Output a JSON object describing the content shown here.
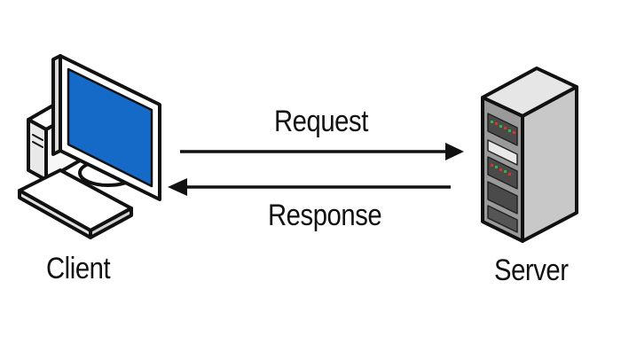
{
  "nodes": {
    "client": {
      "label": "Client",
      "icon": "desktop-computer-icon"
    },
    "server": {
      "label": "Server",
      "icon": "server-tower-icon"
    }
  },
  "edges": [
    {
      "from": "client",
      "to": "server",
      "label": "Request"
    },
    {
      "from": "server",
      "to": "client",
      "label": "Response"
    }
  ],
  "colors": {
    "outline": "#111111",
    "screen": "#1569c7",
    "client_body": "#f2f2f2",
    "server_front": "#9a9a9a",
    "server_side": "#c8c8c8",
    "server_top": "#e6e6e6",
    "led_green": "#3cb043",
    "led_red": "#d9342b"
  }
}
